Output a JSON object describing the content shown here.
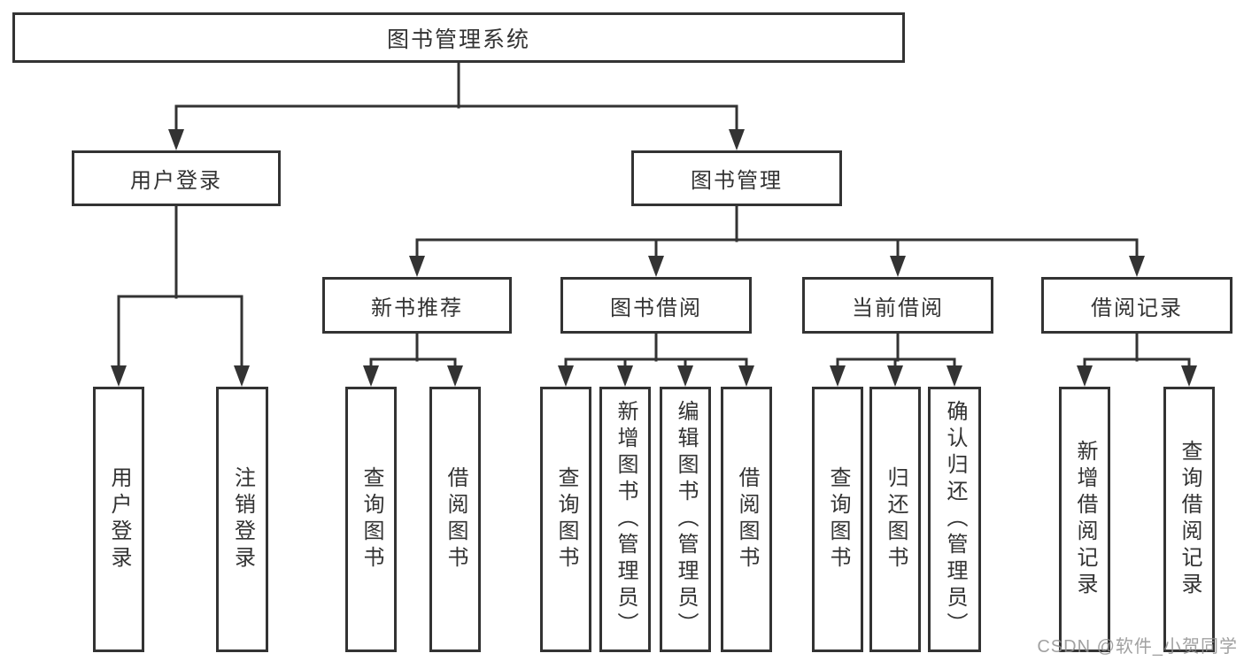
{
  "diagram": {
    "root": {
      "label": "图书管理系统"
    },
    "level2": [
      {
        "label": "用户登录"
      },
      {
        "label": "图书管理"
      }
    ],
    "level3": [
      {
        "label": "新书推荐"
      },
      {
        "label": "图书借阅"
      },
      {
        "label": "当前借阅"
      },
      {
        "label": "借阅记录"
      }
    ],
    "leaves": [
      {
        "label": "用户登录"
      },
      {
        "label": "注销登录"
      },
      {
        "label": "查询图书"
      },
      {
        "label": "借阅图书"
      },
      {
        "label": "查询图书"
      },
      {
        "label": "新增图书（管理员）"
      },
      {
        "label": "编辑图书（管理员）"
      },
      {
        "label": "借阅图书"
      },
      {
        "label": "查询图书"
      },
      {
        "label": "归还图书"
      },
      {
        "label": "确认归还（管理员）"
      },
      {
        "label": "新增借阅记录"
      },
      {
        "label": "查询借阅记录"
      }
    ]
  },
  "watermark": {
    "text": "CSDN @软件_小贺同学"
  },
  "colors": {
    "line": "#333333",
    "text": "#333333",
    "box_fill": "#ffffff",
    "watermark": "#919191",
    "background": "#ffffff"
  }
}
